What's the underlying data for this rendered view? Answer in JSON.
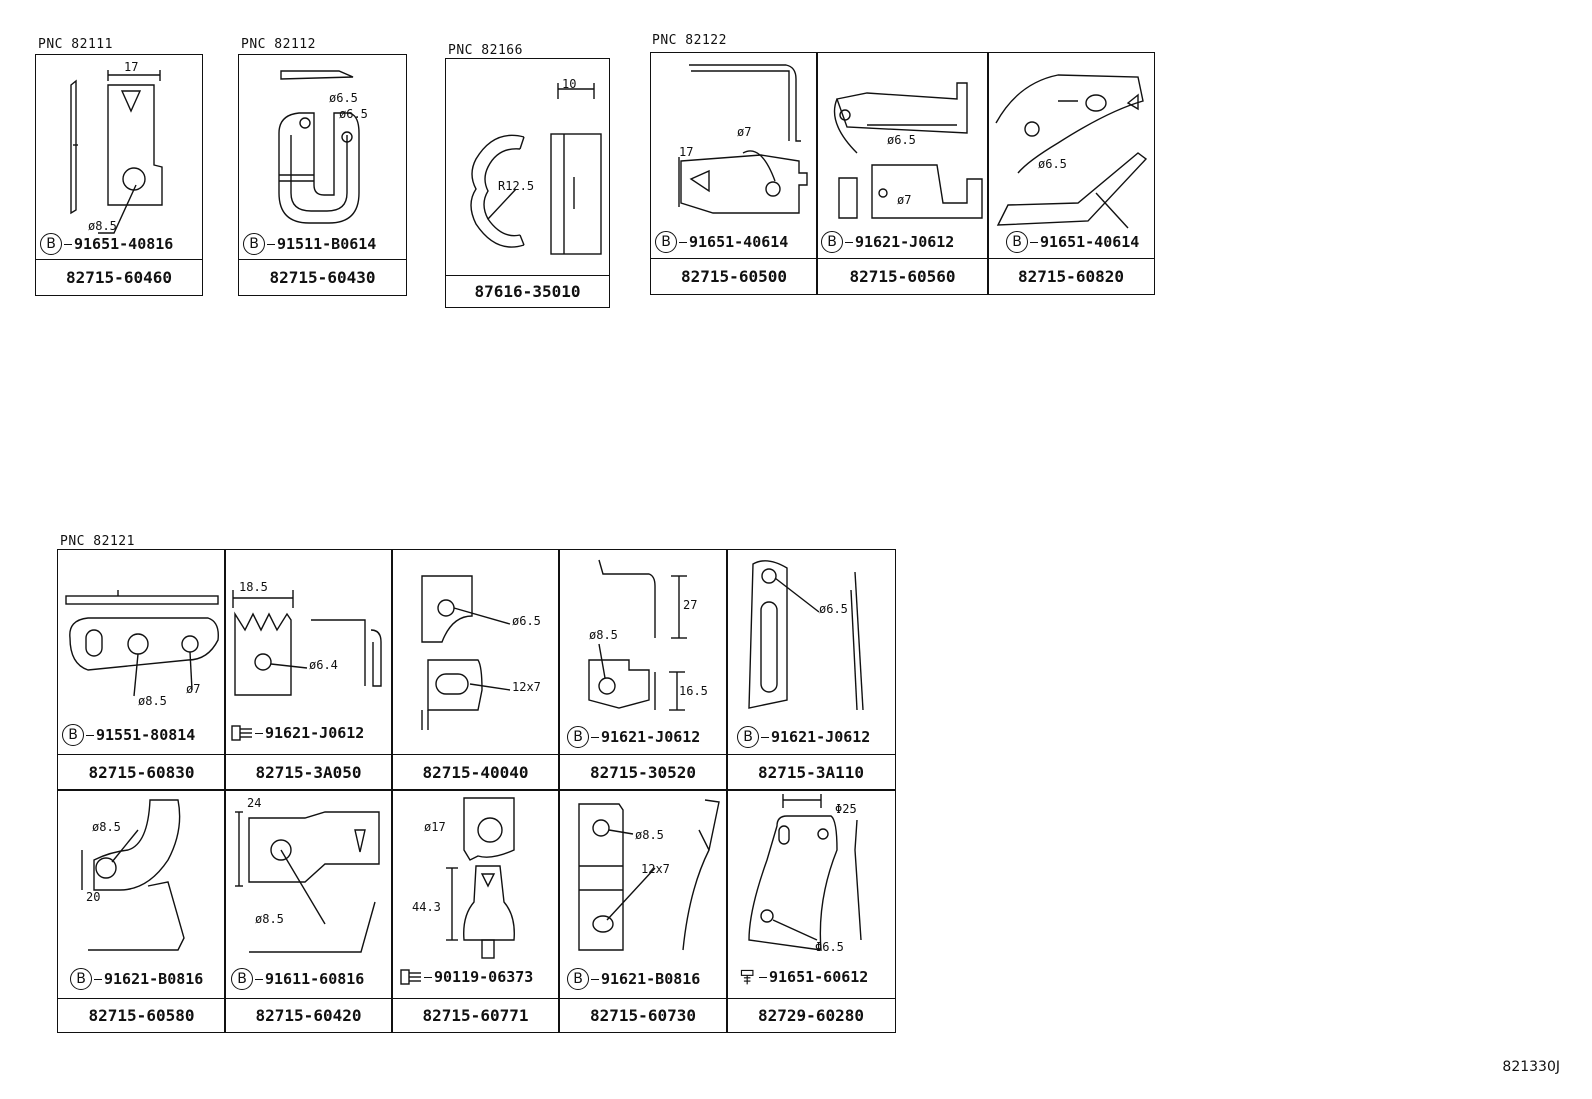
{
  "groups": {
    "g1": {
      "pnc": "PNC 82111"
    },
    "g2": {
      "pnc": "PNC 82112"
    },
    "g3": {
      "pnc": "PNC 82166"
    },
    "g4": {
      "pnc": "PNC 82122"
    },
    "g5": {
      "pnc": "PNC 82121"
    }
  },
  "cells": {
    "c1": {
      "part": "82715-60460",
      "bolt": "91651-40816",
      "bolt_symbol": "B",
      "dims": [
        "17",
        "ø8.5"
      ]
    },
    "c2": {
      "part": "82715-60430",
      "bolt": "91511-B0614",
      "bolt_symbol": "B",
      "dims": [
        "ø6.5",
        "ø6.5"
      ]
    },
    "c3": {
      "part": "87616-35010",
      "dims": [
        "10",
        "R12.5"
      ]
    },
    "c4": {
      "part": "82715-60500",
      "bolt": "91651-40614",
      "bolt_symbol": "B",
      "dims": [
        "17",
        "ø7"
      ]
    },
    "c5": {
      "part": "82715-60560",
      "bolt": "91621-J0612",
      "bolt_symbol": "B",
      "dims": [
        "ø6.5",
        "ø7"
      ]
    },
    "c6": {
      "part": "82715-60820",
      "bolt": "91651-40614",
      "bolt_symbol": "B",
      "dims": [
        "ø6.5"
      ]
    },
    "c7": {
      "part": "82715-60830",
      "bolt": "91551-80814",
      "bolt_symbol": "B",
      "dims": [
        "ø8.5",
        "ø7"
      ]
    },
    "c8": {
      "part": "82715-3A050",
      "bolt": "91621-J0612",
      "dims": [
        "18.5",
        "ø6.4"
      ]
    },
    "c9": {
      "part": "82715-40040",
      "dims": [
        "ø6.5",
        "12x7"
      ]
    },
    "c10": {
      "part": "82715-30520",
      "bolt": "91621-J0612",
      "bolt_symbol": "B",
      "dims": [
        "27",
        "ø8.5",
        "16.5"
      ]
    },
    "c11": {
      "part": "82715-3A110",
      "bolt": "91621-J0612",
      "bolt_symbol": "B",
      "dims": [
        "ø6.5"
      ]
    },
    "c12": {
      "part": "82715-60580",
      "bolt": "91621-B0816",
      "bolt_symbol": "B",
      "dims": [
        "ø8.5",
        "20"
      ]
    },
    "c13": {
      "part": "82715-60420",
      "bolt": "91611-60816",
      "bolt_symbol": "B",
      "dims": [
        "24",
        "ø8.5"
      ]
    },
    "c14": {
      "part": "82715-60771",
      "bolt": "90119-06373",
      "dims": [
        "ø17",
        "44.3"
      ]
    },
    "c15": {
      "part": "82715-60730",
      "bolt": "91621-B0816",
      "bolt_symbol": "B",
      "dims": [
        "ø8.5",
        "12x7"
      ]
    },
    "c16": {
      "part": "82729-60280",
      "bolt": "91651-60612",
      "dims": [
        "Φ25",
        "Φ6.5"
      ]
    }
  },
  "footer": {
    "code": "821330J"
  }
}
